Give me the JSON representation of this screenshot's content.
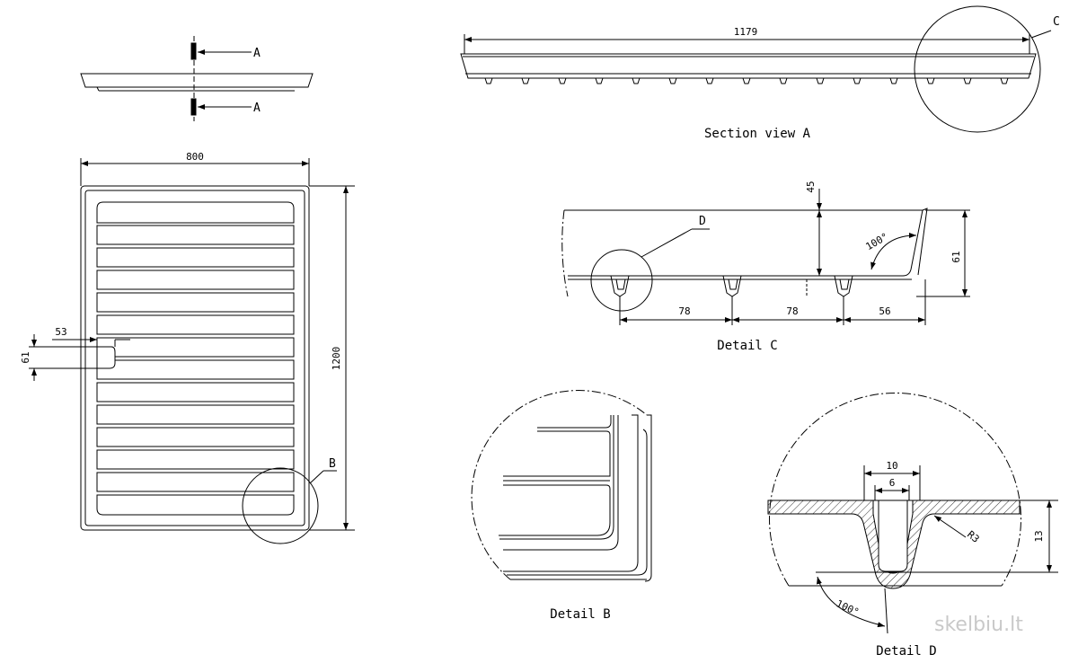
{
  "section_marks": {
    "top": "A",
    "bottom": "A"
  },
  "plan": {
    "width_dim": "800",
    "height_dim": "1200",
    "notch_width_dim": "53",
    "notch_height_dim": "61",
    "detail_b_marker": "B"
  },
  "section_a": {
    "length_dim": "1179",
    "detail_c_marker": "C",
    "caption": "Section view A"
  },
  "detail_c": {
    "marker_d": "D",
    "depth_dim": "45",
    "height_dim": "61",
    "angle": "100°",
    "spacing_1": "78",
    "spacing_2": "78",
    "spacing_3": "56",
    "caption": "Detail C"
  },
  "detail_b": {
    "caption": "Detail B"
  },
  "detail_d": {
    "outer_width": "10",
    "inner_width": "6",
    "radius": "R3",
    "height": "13",
    "angle": "100°",
    "caption": "Detail D"
  },
  "watermark": "skelbiu.lt"
}
